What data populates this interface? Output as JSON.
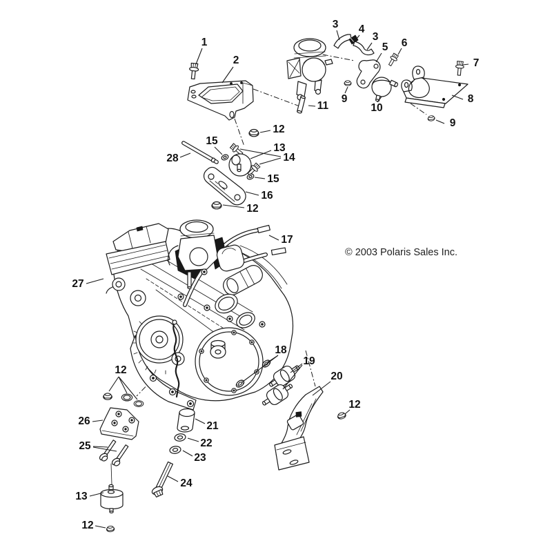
{
  "page": {
    "background": "#ffffff",
    "ink": "#1a1a1a"
  },
  "copyright": "© 2003 Polaris Sales Inc.",
  "labels": [
    "1",
    "2",
    "3",
    "4",
    "3",
    "5",
    "6",
    "7",
    "8",
    "9",
    "10",
    "11",
    "9",
    "12",
    "15",
    "13",
    "14",
    "28",
    "15",
    "16",
    "12",
    "17",
    "27",
    "18",
    "19",
    "20",
    "12",
    "12",
    "26",
    "25",
    "21",
    "22",
    "23",
    "24",
    "13",
    "12"
  ]
}
